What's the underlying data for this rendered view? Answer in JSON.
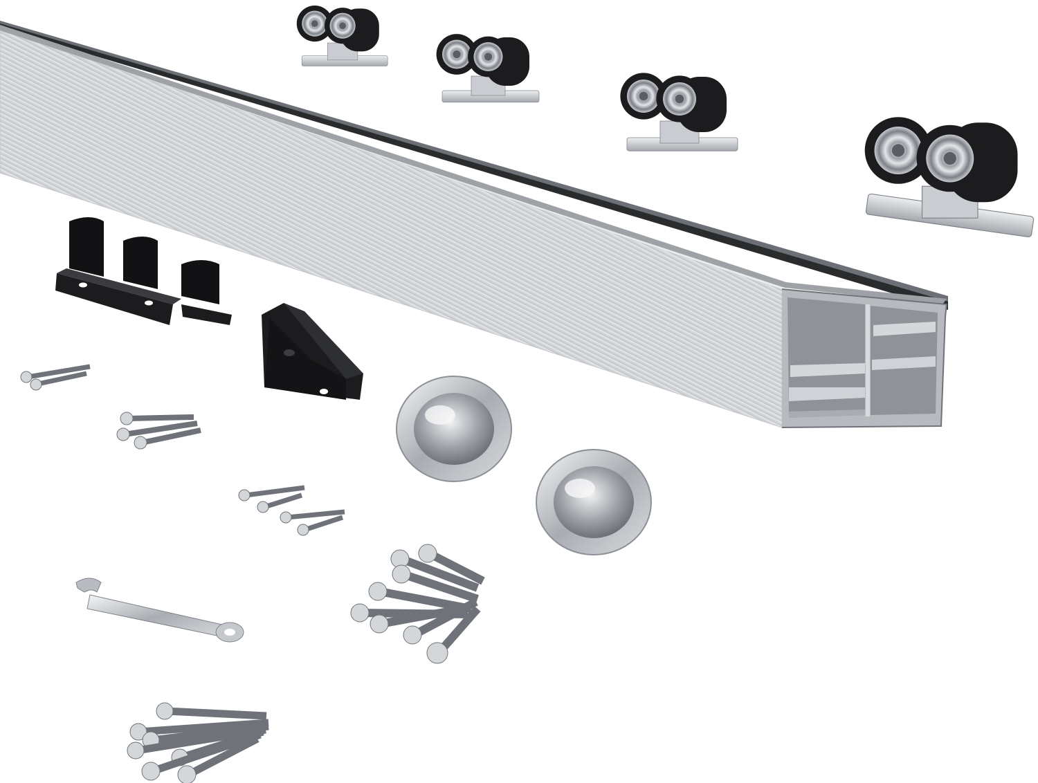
{
  "scene": {
    "background": "#ffffff",
    "colors": {
      "aluminum_light": "#e4e6e8",
      "aluminum_mid": "#b8bcc0",
      "aluminum_dark": "#8c9096",
      "black_plastic": "#1c1c1e",
      "chrome": "#c9ccd0"
    },
    "components": [
      {
        "name": "double-track-aluminum-rail",
        "count": 1
      },
      {
        "name": "roller-carriage",
        "count": 4
      },
      {
        "name": "floor-guide-bracket",
        "count": 1
      },
      {
        "name": "door-stopper-block",
        "count": 1
      },
      {
        "name": "round-flush-pull-handle",
        "count": 2
      },
      {
        "name": "adjustment-wrench",
        "count": 1
      },
      {
        "name": "screw-set",
        "count": 6
      }
    ]
  }
}
